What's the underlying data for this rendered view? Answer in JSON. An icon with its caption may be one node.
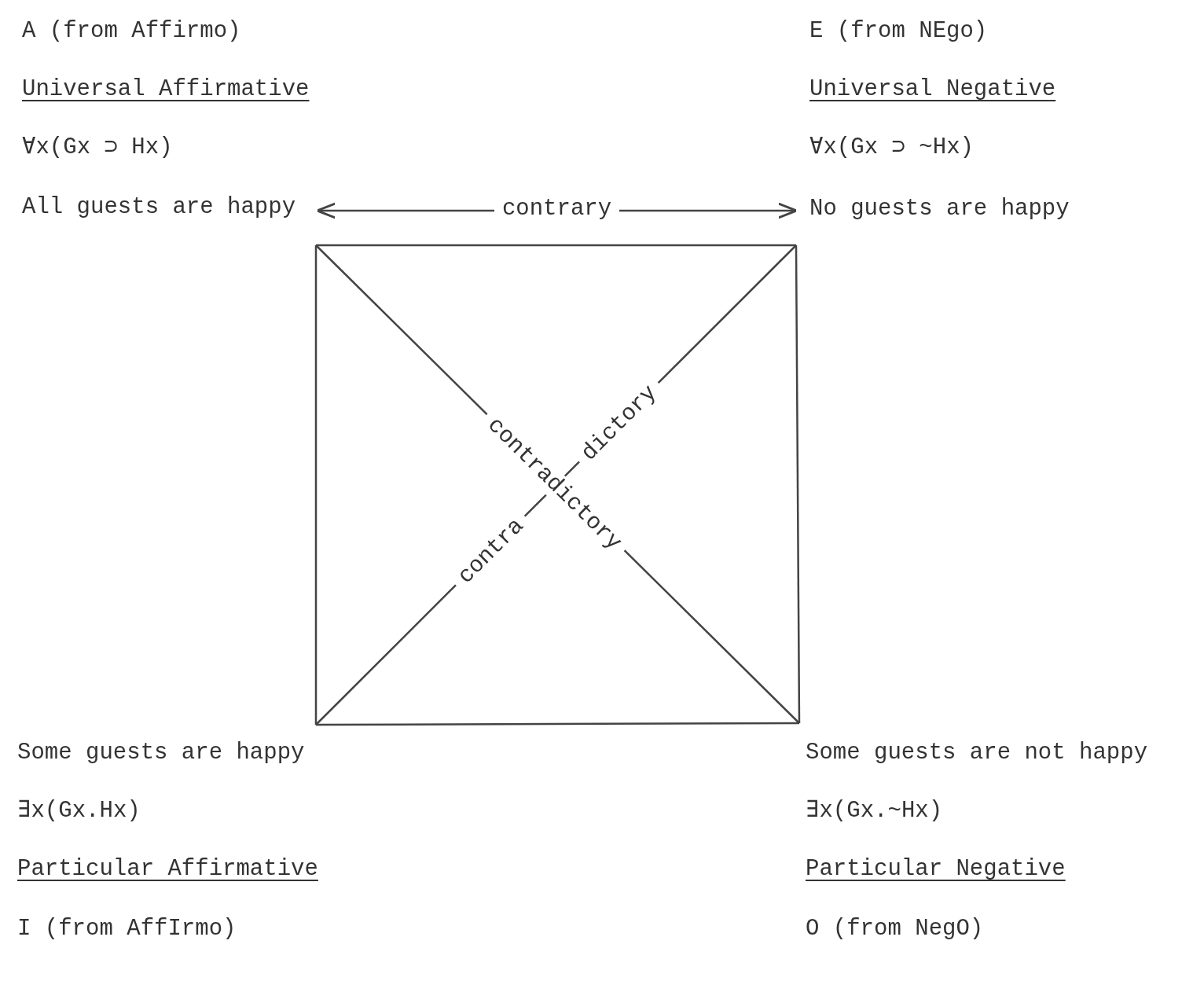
{
  "diagram": {
    "nodes": [
      {
        "text": [
          "A (from Affirmo)",
          "Universal Affirmative",
          "∀x(Gx ⊃ Hx)",
          "All guests are happy"
        ]
      },
      {
        "text": [
          "E (from NEgo)",
          "Universal Negative",
          "∀x(Gx ⊃ ~Hx)",
          "No guests are happy"
        ]
      },
      {
        "text": [
          "Some guests are happy",
          "∃x(Gx.Hx)",
          "Particular Affirmative",
          "I (from AffIrmo)"
        ]
      },
      {
        "text": [
          "Some guests are not happy",
          "∃x(Gx.~Hx)",
          "Particular Negative",
          "O (from NegO)"
        ]
      }
    ],
    "edges": [
      {
        "from": 0,
        "to": 1,
        "arrow": "both",
        "label": "contrary"
      },
      {
        "from": 0,
        "to": 1,
        "arrow": "none"
      },
      {
        "from": 0,
        "to": 2,
        "arrow": "none"
      },
      {
        "from": 1,
        "to": 3,
        "arrow": "none"
      },
      {
        "from": 2,
        "to": 3,
        "arrow": "none"
      },
      {
        "from": 0,
        "to": 3,
        "arrow": "none",
        "label": "contradictory"
      },
      {
        "from": 2,
        "to": 1,
        "arrow": "none",
        "label": "contra dictory"
      }
    ]
  }
}
